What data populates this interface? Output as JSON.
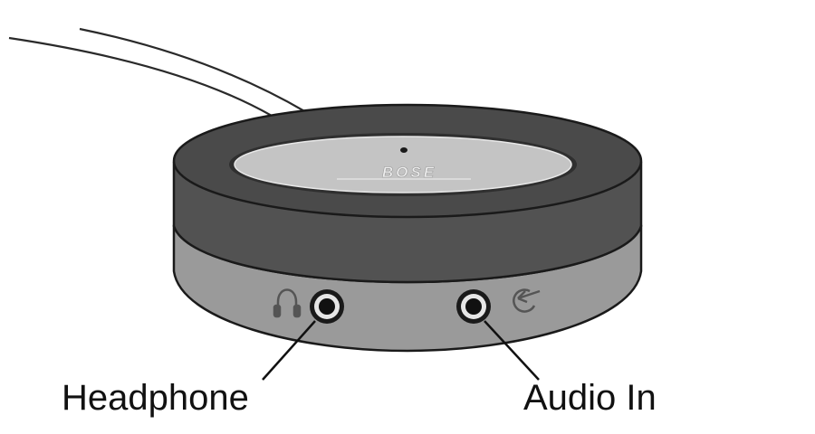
{
  "labels": {
    "headphone": "Headphone",
    "audio_in": "Audio In"
  },
  "brand_mark": "BOSE",
  "colors": {
    "top_ring": "#4a4a4a",
    "top_ring_dark": "#3a3a3a",
    "top_plate": "#c4c4c4",
    "side_upper": "#525252",
    "side_lower": "#9a9a9a",
    "outline": "#1a1a1a",
    "jack_ring": "#e6e6e6",
    "jack_hole": "#111111"
  },
  "icons": {
    "headphone_port": "headphone-icon",
    "audio_in_port": "audio-input-icon"
  }
}
